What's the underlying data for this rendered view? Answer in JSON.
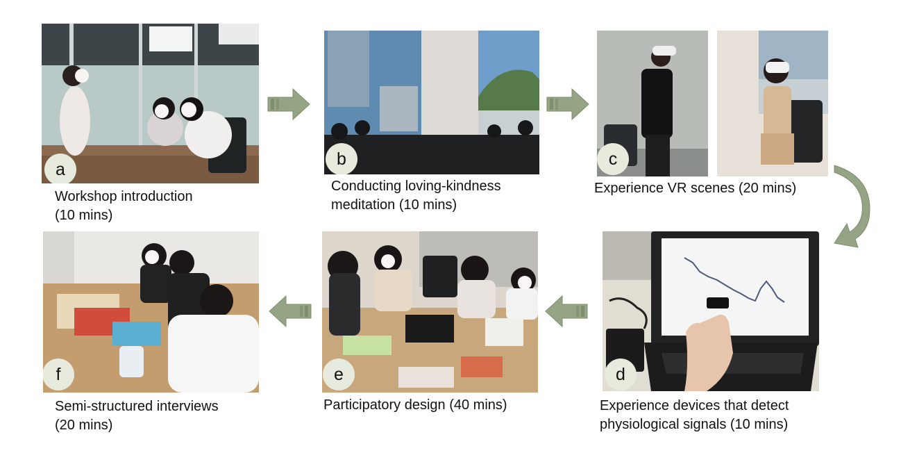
{
  "steps": [
    {
      "badge": "a",
      "caption_line1": "Workshop introduction",
      "caption_line2": "(10 mins)"
    },
    {
      "badge": "b",
      "caption_line1": "Conducting loving-kindness",
      "caption_line2": "meditation (10 mins)"
    },
    {
      "badge": "c",
      "caption_line1": "Experience VR scenes (20 mins)",
      "caption_line2": ""
    },
    {
      "badge": "d",
      "caption_line1": "Experience devices that detect",
      "caption_line2": "physiological signals (10 mins)"
    },
    {
      "badge": "e",
      "caption_line1": "Participatory design (40 mins)",
      "caption_line2": ""
    },
    {
      "badge": "f",
      "caption_line1": "Semi-structured interviews",
      "caption_line2": "(20 mins)"
    }
  ],
  "colors": {
    "arrow": "#95a484",
    "badge_bg": "#e6ebdd"
  }
}
